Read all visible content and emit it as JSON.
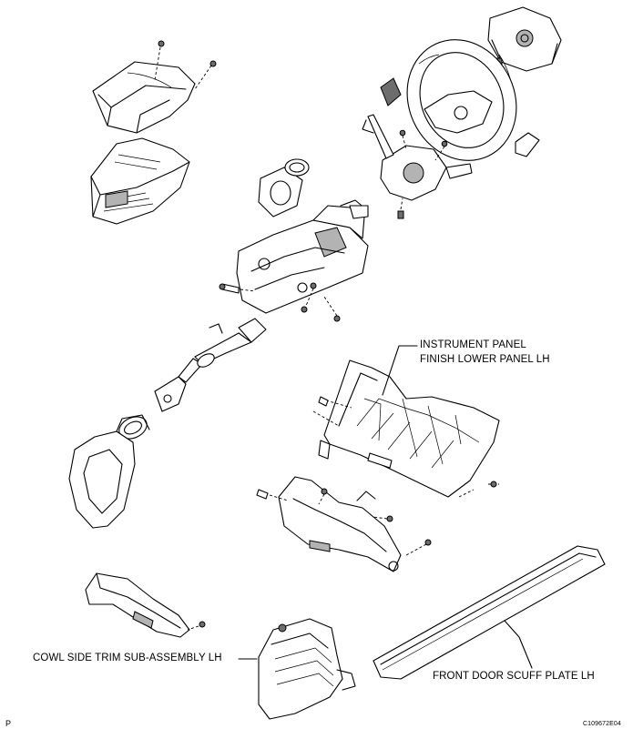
{
  "callouts": {
    "instrument_panel_line1": "INSTRUMENT PANEL",
    "instrument_panel_line2": "FINISH LOWER PANEL LH",
    "cowl_side_trim": "COWL SIDE TRIM SUB-ASSEMBLY LH",
    "front_door_scuff": "FRONT DOOR SCUFF PLATE LH"
  },
  "corner_marks": {
    "left": "P",
    "right": "C109672E04"
  }
}
